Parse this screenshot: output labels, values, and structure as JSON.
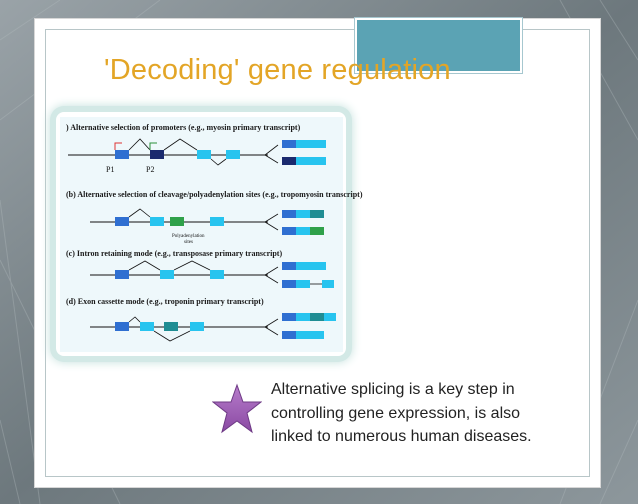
{
  "slide": {
    "title": "'Decoding' gene regulation",
    "body_lines": [
      "Alternative splicing is a key step in",
      "controlling gene expression, is also",
      "linked to numerous human diseases."
    ]
  },
  "figure": {
    "panels": [
      {
        "label": ") Alternative selection of promoters (e.g., myosin primary transcript)"
      },
      {
        "label": "(b) Alternative selection of cleavage/polyadenylation sites (e.g., tropomyosin transcript)"
      },
      {
        "label": "(c) Intron retaining mode (e.g., transposase primary transcript)"
      },
      {
        "label": "(d) Exon cassette mode (e.g., troponin primary transcript)"
      }
    ],
    "promoter_labels": [
      "P1",
      "P2"
    ],
    "polyA_label_line1": "Polyadenylation",
    "polyA_label_line2": "sites"
  },
  "colors": {
    "accent_title": "#e3a526",
    "tab": "#5ba3b4",
    "exon_blue": "#2f6fd1",
    "exon_light": "#27c4ef",
    "exon_dark": "#1a2a6e",
    "exon_green": "#2fa14a",
    "exon_teal": "#1f8d93",
    "star": "#9b5ab4"
  },
  "icons": {
    "bullet": "star-icon"
  }
}
